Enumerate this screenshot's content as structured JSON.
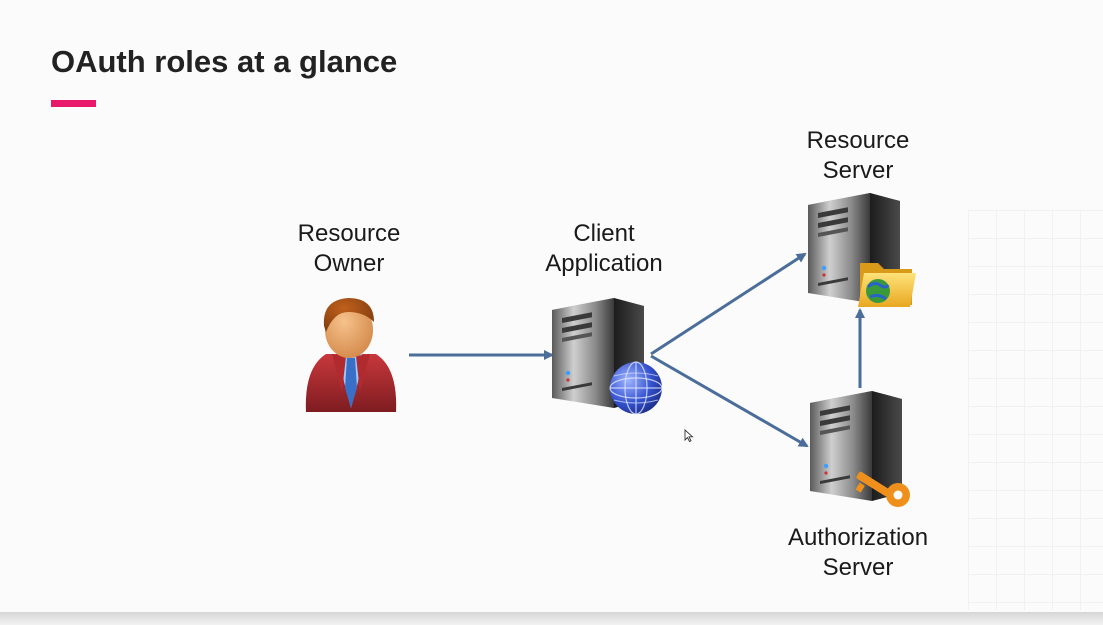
{
  "slide": {
    "title": "OAuth roles at a glance",
    "accent_color": "#e8196b"
  },
  "roles": {
    "resource_owner": {
      "line1": "Resource",
      "line2": "Owner",
      "icon": "person-icon"
    },
    "client_application": {
      "line1": "Client",
      "line2": "Application",
      "icon": "server-globe-icon"
    },
    "resource_server": {
      "line1": "Resource",
      "line2": "Server",
      "icon": "server-folder-icon"
    },
    "authorization_server": {
      "line1": "Authorization",
      "line2": "Server",
      "icon": "server-key-icon"
    }
  },
  "colors": {
    "arrow": "#4a6d9a",
    "server_body": "#2b2b2b",
    "person_suit": "#a3282c",
    "key": "#f0901c",
    "folder": "#f5c542",
    "globe": "#3b5fcf"
  }
}
